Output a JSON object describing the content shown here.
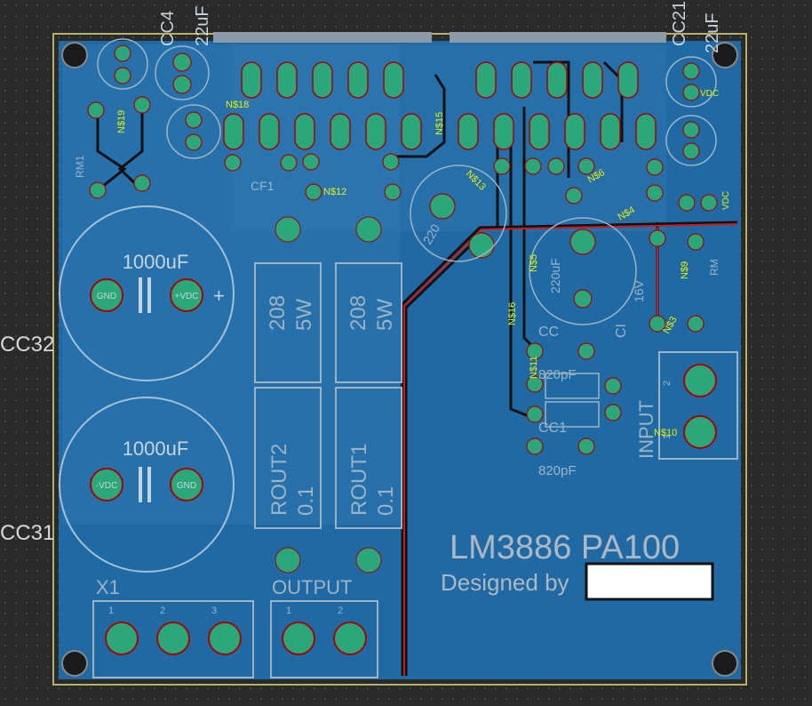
{
  "board": {
    "colors": {
      "background": "#2a2a2a",
      "copper": "#1f6aa5",
      "board_outline": "#b8b060",
      "silkscreen": "#c8d4dc",
      "pad": "#2aa87a",
      "drill": "#d01818",
      "trace": "#111111",
      "net_label": "#e8f000"
    },
    "title": "LM3886 PA100",
    "designer_label": "Designed by",
    "outside_labels": {
      "cc4": "CC4",
      "cc4_value": "22uF",
      "cc21": "CC21",
      "cc21_value": "22uF",
      "cc32": "CC32",
      "cc31": "CC31"
    },
    "components": {
      "c_top": {
        "value": "1000uF",
        "pad_left": "GND",
        "pad_right": "+VDC"
      },
      "c_bottom": {
        "value": "1000uF",
        "pad_left": "-VDC",
        "pad_right": "GND"
      },
      "r208_a": {
        "value": "208",
        "rating": "5W"
      },
      "r208_b": {
        "value": "208",
        "rating": "5W"
      },
      "rout2": {
        "name": "ROUT2",
        "value": "0.1"
      },
      "rout1": {
        "name": "ROUT1",
        "value": "0.1"
      },
      "x1": {
        "name": "X1",
        "pins": [
          "1",
          "2",
          "3"
        ]
      },
      "output": {
        "name": "OUTPUT",
        "pins": [
          "1",
          "2"
        ]
      },
      "input": {
        "name": "INPUT",
        "pins": [
          "2",
          "1"
        ]
      },
      "cc": {
        "name": "CC",
        "value1": "820pF",
        "name2": "CC1",
        "value2": "820pF"
      },
      "ci": {
        "name": "CI",
        "value": "220uF",
        "rating": "16V"
      },
      "c220": {
        "value": "220"
      },
      "cf1": {
        "name": "CF1"
      },
      "rm": {
        "name": "RM"
      },
      "rm1": {
        "name": "RM1"
      }
    },
    "nets": [
      "N$18",
      "N$19",
      "N$15",
      "N$13",
      "N$12",
      "N$5",
      "N$16",
      "N$10",
      "N$4",
      "N$9",
      "N$6",
      "N$3",
      "N$11"
    ],
    "small_text": [
      "VDC",
      "-VDC",
      "GND",
      "+VDC"
    ]
  }
}
